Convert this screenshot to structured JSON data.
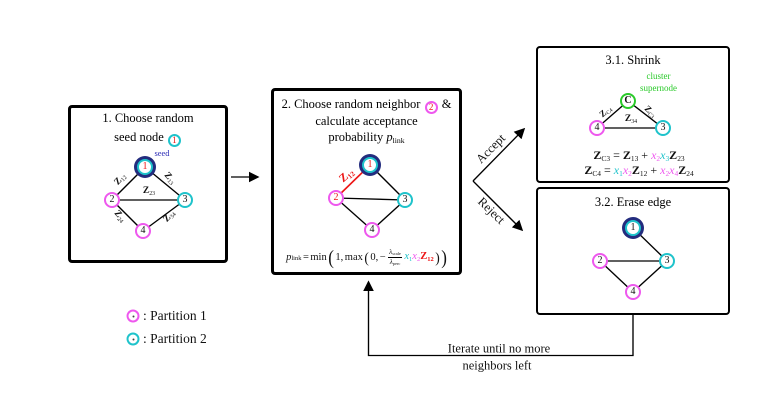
{
  "figure": {
    "type": "algorithm-flow-diagram",
    "colors": {
      "partition1": "#ee58ee",
      "partition2": "#1fc3cb",
      "seed_ring": "#232c7e",
      "supernode": "#2aca2a",
      "highlight_red": "#ed1515",
      "seed_text": "#2a2ab5"
    }
  },
  "box1": {
    "title_line1": "1. Choose random",
    "title_line2_pre": "seed node",
    "title_inline_node": "1",
    "seed_label": "seed",
    "nodes": {
      "n1": "1",
      "n2": "2",
      "n3": "3",
      "n4": "4"
    },
    "edge_labels": {
      "z12": {
        "base": "Z",
        "sub": "12"
      },
      "z13": {
        "base": "Z",
        "sub": "13"
      },
      "z23": {
        "base": "Z",
        "sub": "23"
      },
      "z24": {
        "base": "Z",
        "sub": "24"
      },
      "z34": {
        "base": "Z",
        "sub": "34"
      }
    }
  },
  "box2": {
    "title_line1_pre": "2. Choose random neighbor",
    "title_inline_node": "2",
    "title_line1_post": "&",
    "title_line2": "calculate acceptance",
    "title_line3_pre": "probability",
    "title_line3_var": "p",
    "title_line3_var_sub": "link",
    "nodes": {
      "n1": "1",
      "n2": "2",
      "n3": "3",
      "n4": "4"
    },
    "highlight_edge_label": {
      "base": "Z",
      "sub": "12"
    },
    "formula": {
      "lhs_var": "p",
      "lhs_sub": "link",
      "eq": "=",
      "min": "min",
      "open1": "(",
      "arg1": "1,",
      "max": "max",
      "open2": "(",
      "arg2": "0,",
      "minus": "−",
      "frac_num": "λ",
      "frac_num_sub": "scale",
      "frac_den": "λ",
      "frac_den_sub": "perc",
      "x1": "x",
      "x1_sub": "1",
      "x2": "x",
      "x2_sub": "2",
      "z": "Z",
      "z_sub": "12",
      "close2": ")",
      "close1": ")"
    }
  },
  "branch": {
    "accept": "Accept",
    "reject": "Reject"
  },
  "box31": {
    "title": "3.1. Shrink",
    "annotation_line1": "cluster",
    "annotation_line2": "supernode",
    "nodes": {
      "c": "C",
      "n4": "4",
      "n3": "3"
    },
    "edge_labels": {
      "zc4": {
        "base": "Z",
        "sub": "C4"
      },
      "zc3": {
        "base": "Z",
        "sub": "C3"
      },
      "z34": {
        "base": "Z",
        "sub": "34"
      }
    },
    "eq1": {
      "lhs": "Z",
      "lhs_sub": "C3",
      "eq": "=",
      "t1": "Z",
      "t1_sub": "13",
      "plus": "+",
      "x2": "x",
      "x2_sub": "2",
      "x3": "x",
      "x3_sub": "3",
      "t2": "Z",
      "t2_sub": "23"
    },
    "eq2": {
      "lhs": "Z",
      "lhs_sub": "C4",
      "eq": "=",
      "x1": "x",
      "x1_sub": "1",
      "x2": "x",
      "x2_sub": "2",
      "t1": "Z",
      "t1_sub": "12",
      "plus": "+",
      "x2b": "x",
      "x2b_sub": "2",
      "x4": "x",
      "x4_sub": "4",
      "t2": "Z",
      "t2_sub": "24"
    }
  },
  "box32": {
    "title": "3.2. Erase edge",
    "nodes": {
      "n1": "1",
      "n2": "2",
      "n3": "3",
      "n4": "4"
    }
  },
  "loop": {
    "line1": "Iterate until no more",
    "line2": "neighbors left"
  },
  "legend": {
    "item1_label": ": Partition 1",
    "item2_label": ": Partition 2"
  }
}
